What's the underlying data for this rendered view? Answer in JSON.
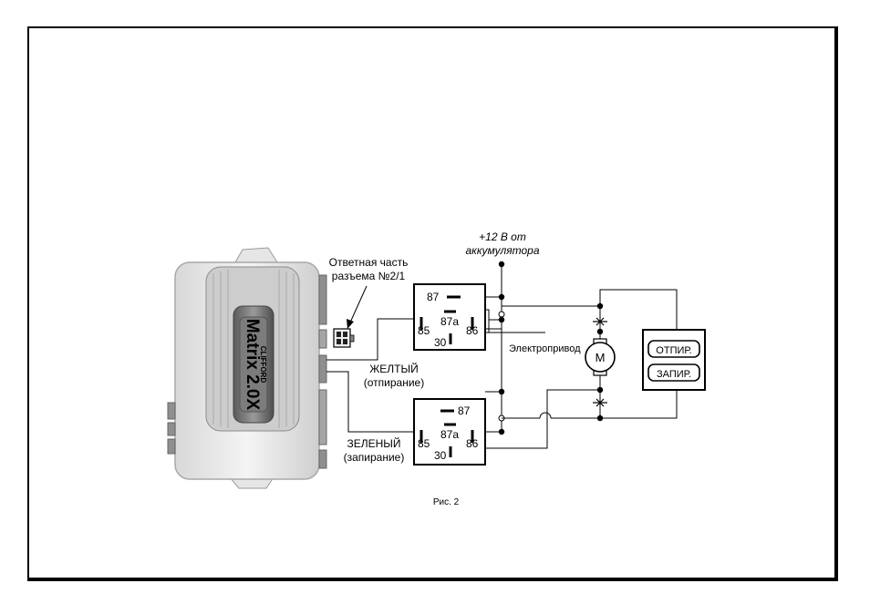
{
  "power_label_line1": "+12 В от",
  "power_label_line2": "аккумулятора",
  "connector_label_line1": "Ответная часть",
  "connector_label_line2": "разъема №2/1",
  "relay_pins": {
    "p87": "87",
    "p87a": "87a",
    "p85": "85",
    "p86": "86",
    "p30": "30"
  },
  "yellow_wire_line1": "ЖЕЛТЫЙ",
  "yellow_wire_line2": "(отпирание)",
  "green_wire_line1": "ЗЕЛЕНЫЙ",
  "green_wire_line2": "(запирание)",
  "actuator_label": "Электропривод",
  "motor_symbol": "M",
  "button_unlock": "ОТПИР.",
  "button_lock": "ЗАПИР.",
  "device_brand": "CLIFFORD",
  "device_model": "Matrix 2.0X",
  "caption": "Рис. 2",
  "colors": {
    "line": "#000000",
    "device_body": "#e8e8e8",
    "device_panel": "#6a6a6a"
  }
}
